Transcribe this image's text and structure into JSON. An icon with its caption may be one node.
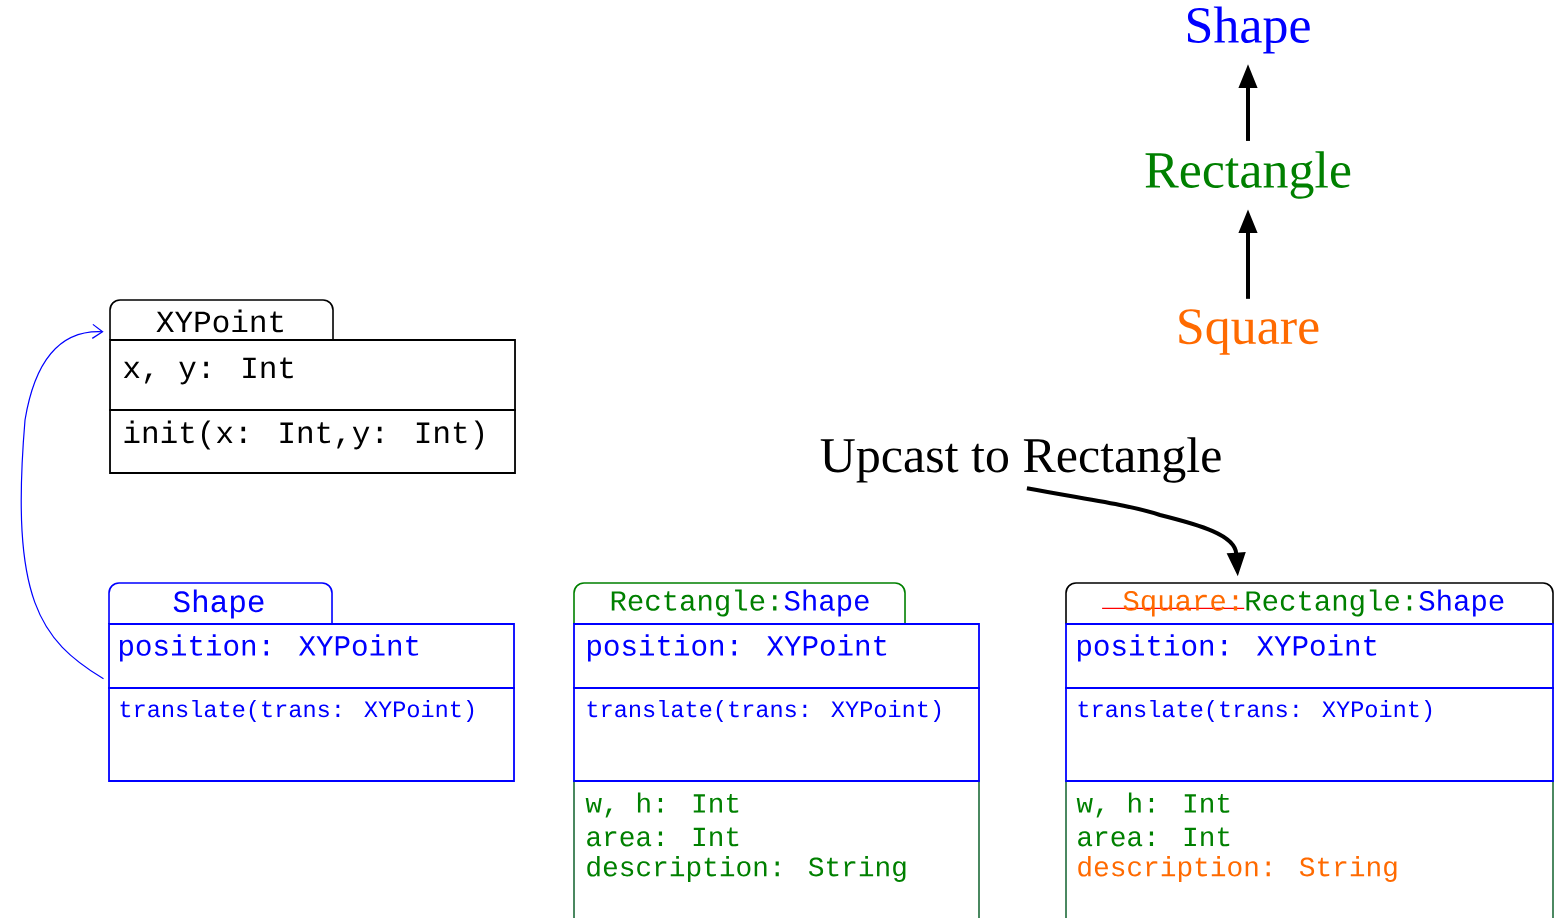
{
  "diagram": {
    "nodes": [
      {
        "text": [
          "Shape"
        ]
      },
      {
        "text": [
          "Rectangle"
        ]
      },
      {
        "text": [
          "Square"
        ]
      },
      {
        "text": [
          "Upcast to Rectangle"
        ]
      },
      {
        "text": [
          "XYPoint",
          "x, y: Int",
          "init(x: Int,y: Int)"
        ]
      },
      {
        "text": [
          "Shape",
          "position: XYPoint",
          "translate(trans: XYPoint)"
        ]
      },
      {
        "text": [
          "Rectangle:",
          "Shape",
          "position: XYPoint",
          "translate(trans: XYPoint)",
          "w, h: Int",
          "area: Int",
          "description: String"
        ]
      },
      {
        "text": [
          "Square:",
          "Rectangle:",
          "Shape",
          "position: XYPoint",
          "translate(trans: XYPoint)",
          "w, h: Int",
          "area: Int",
          "description: String"
        ]
      }
    ],
    "edges": [
      {
        "from": 2,
        "to": 1,
        "arrow": "to"
      },
      {
        "from": 1,
        "to": 0,
        "arrow": "to"
      },
      {
        "from": 3,
        "to": 7,
        "arrow": "to"
      },
      {
        "from": 5,
        "to": 4,
        "arrow": "to",
        "color": "#0000ff"
      }
    ]
  }
}
